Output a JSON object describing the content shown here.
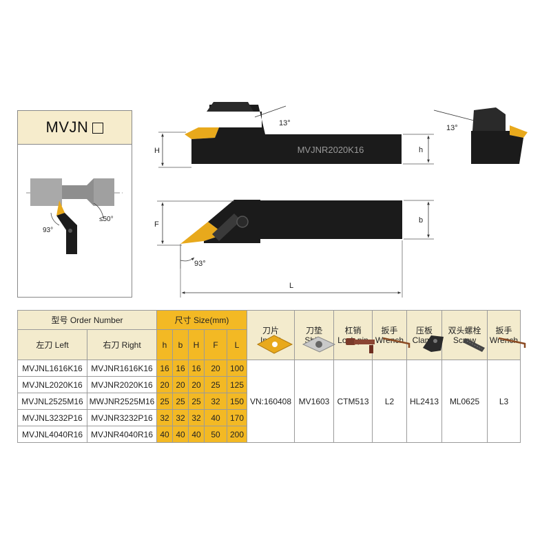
{
  "panel": {
    "model_prefix": "MVJN"
  },
  "drawing": {
    "angle_top_left": "13°",
    "angle_top_right": "13°",
    "shank_marking": "MVJNR2020K16",
    "dim_H": "H",
    "dim_h_top": "h",
    "dim_F": "F",
    "dim_b": "b",
    "dim_L": "L",
    "angle_lead": "93°",
    "small_angle_lead": "93°",
    "small_angle_max": "≤50°"
  },
  "table": {
    "order_number_label": "型号 Order Number",
    "size_label": "尺寸 Size(mm)",
    "left_label": "左刀 Left",
    "right_label": "右刀 Right",
    "size_cols": [
      "h",
      "b",
      "H",
      "F",
      "L"
    ],
    "parts": [
      {
        "cn": "刀片",
        "en": "Insert",
        "value": "VN:160408",
        "icon": "insert-icon"
      },
      {
        "cn": "刀垫",
        "en": "Shim",
        "value": "MV1603",
        "icon": "shim-icon"
      },
      {
        "cn": "杠销",
        "en": "Lock pin",
        "value": "CTM513",
        "icon": "lock-pin-icon"
      },
      {
        "cn": "扳手",
        "en": "Wrench",
        "value": "L2",
        "icon": "wrench-icon"
      },
      {
        "cn": "压板",
        "en": "Clamp",
        "value": "HL2413",
        "icon": "clamp-icon"
      },
      {
        "cn": "双头螺栓",
        "en": "Screw",
        "value": "ML0625",
        "icon": "screw-icon"
      },
      {
        "cn": "扳手",
        "en": "Wrench",
        "value": "L3",
        "icon": "wrench-icon"
      }
    ],
    "rows": [
      {
        "left": "MVJNL1616K16",
        "right": "MVJNR1616K16",
        "h": "16",
        "b": "16",
        "H": "16",
        "F": "20",
        "L": "100"
      },
      {
        "left": "MVJNL2020K16",
        "right": "MVJNR2020K16",
        "h": "20",
        "b": "20",
        "H": "20",
        "F": "25",
        "L": "125"
      },
      {
        "left": "MVJNL2525M16",
        "right": "MWJNR2525M16",
        "h": "25",
        "b": "25",
        "H": "25",
        "F": "32",
        "L": "150"
      },
      {
        "left": "MVJNL3232P16",
        "right": "MVJNR3232P16",
        "h": "32",
        "b": "32",
        "H": "32",
        "F": "40",
        "L": "170"
      },
      {
        "left": "MVJNL4040R16",
        "right": "MVJNR4040R16",
        "h": "40",
        "b": "40",
        "H": "40",
        "F": "50",
        "L": "200"
      }
    ]
  },
  "colors": {
    "gold": "#f3b924",
    "beige": "#f3ebcd",
    "insert_gold": "#e8a91c",
    "body_black": "#1b1b1b"
  }
}
